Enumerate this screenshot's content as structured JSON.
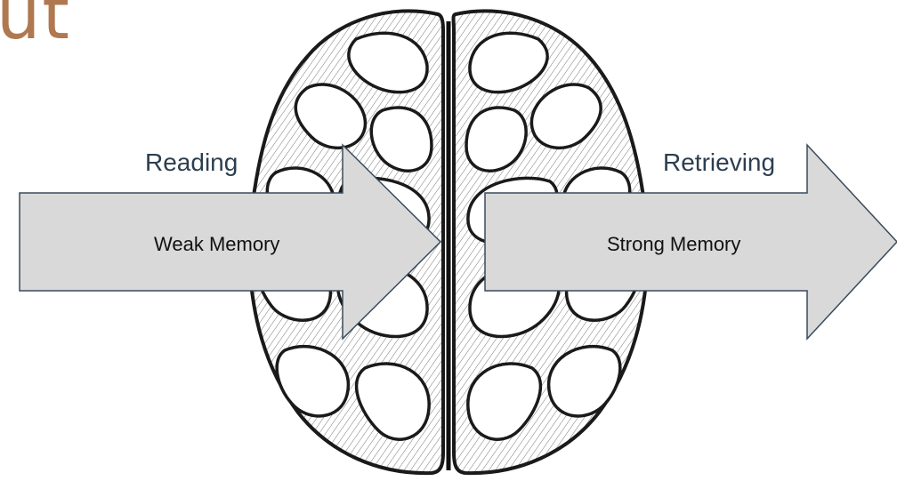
{
  "slide": {
    "title_fragment": "ut",
    "title_color": "#b07850"
  },
  "diagram": {
    "image_subject": "brain-illustration",
    "arrows": [
      {
        "phase_label": "Reading",
        "body_text": "Weak Memory"
      },
      {
        "phase_label": "Retrieving",
        "body_text": "Strong Memory"
      }
    ],
    "colors": {
      "arrow_fill": "#d9d9d9",
      "arrow_stroke": "#3a4a5a",
      "label_color": "#2c3e50"
    }
  }
}
